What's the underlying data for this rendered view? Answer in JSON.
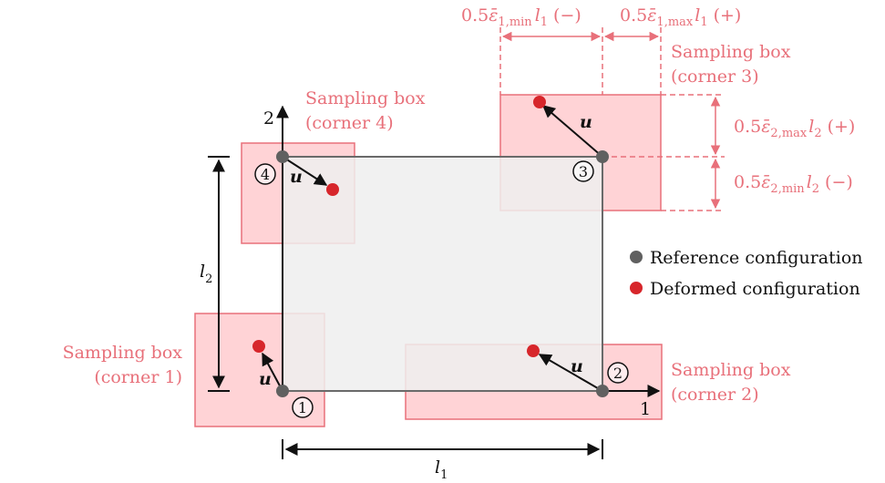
{
  "colors": {
    "sampling_fill": "#ffd3d6",
    "sampling_stroke": "#e8707a",
    "reference_point": "#606060",
    "deformed_point": "#d7262b",
    "specimen_fill": "#efefef",
    "specimen_stroke": "#6a6a6a",
    "annotation_text": "#e8707a"
  },
  "axes": {
    "axis1_label": "1",
    "axis2_label": "2"
  },
  "dimensions": {
    "l1": {
      "base": "l",
      "sub": "1"
    },
    "l2": {
      "base": "l",
      "sub": "2"
    }
  },
  "corners": [
    {
      "number": "1",
      "box_title": "Sampling box",
      "box_corner": "(corner 1)"
    },
    {
      "number": "2",
      "box_title": "Sampling box",
      "box_corner": "(corner 2)"
    },
    {
      "number": "3",
      "box_title": "Sampling box",
      "box_corner": "(corner 3)"
    },
    {
      "number": "4",
      "box_title": "Sampling box",
      "box_corner": "(corner 4)"
    }
  ],
  "displacement_label": "u",
  "strain_annotations": {
    "e1_min": {
      "coef": "0.5",
      "eps": "ε̄",
      "sub": "1,min",
      "l": "l",
      "lsub": "1",
      "sign": "(−)"
    },
    "e1_max": {
      "coef": "0.5",
      "eps": "ε̄",
      "sub": "1,max",
      "l": "l",
      "lsub": "1",
      "sign": "(+)"
    },
    "e2_max": {
      "coef": "0.5",
      "eps": "ε̄",
      "sub": "2,max",
      "l": "l",
      "lsub": "2",
      "sign": "(+)"
    },
    "e2_min": {
      "coef": "0.5",
      "eps": "ε̄",
      "sub": "2,min",
      "l": "l",
      "lsub": "2",
      "sign": "(−)"
    }
  },
  "legend": [
    {
      "label": "Reference configuration",
      "color": "#606060"
    },
    {
      "label": "Deformed configuration",
      "color": "#d7262b"
    }
  ]
}
